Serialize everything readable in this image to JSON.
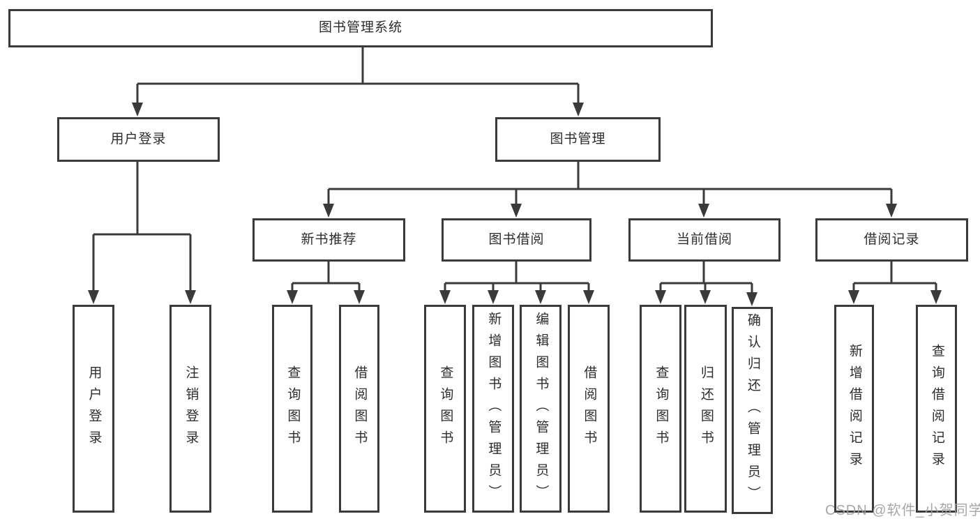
{
  "tree": {
    "root": {
      "label": "图书管理系统",
      "children": [
        {
          "label": "用户登录",
          "children": [
            {
              "label": "用户登录"
            },
            {
              "label": "注销登录"
            }
          ]
        },
        {
          "label": "图书管理",
          "children": [
            {
              "label": "新书推荐",
              "children": [
                {
                  "label": "查询图书"
                },
                {
                  "label": "借阅图书"
                }
              ]
            },
            {
              "label": "图书借阅",
              "children": [
                {
                  "label": "查询图书"
                },
                {
                  "label": "新增图书（管理员）"
                },
                {
                  "label": "编辑图书（管理员）"
                },
                {
                  "label": "借阅图书"
                }
              ]
            },
            {
              "label": "当前借阅",
              "children": [
                {
                  "label": "查询图书"
                },
                {
                  "label": "归还图书"
                },
                {
                  "label": "确认归还（管理员）"
                }
              ]
            },
            {
              "label": "借阅记录",
              "children": [
                {
                  "label": "新增借阅记录"
                },
                {
                  "label": "查询借阅记录"
                }
              ]
            }
          ]
        }
      ]
    }
  },
  "watermark": {
    "text": "CSDN @软件_小贺同学",
    "color": "#9e9e9e"
  },
  "colors": {
    "line": "#3a3a3a",
    "text": "#2d2d2d",
    "box_background": "#ffffff",
    "page_background": "#ffffff"
  }
}
